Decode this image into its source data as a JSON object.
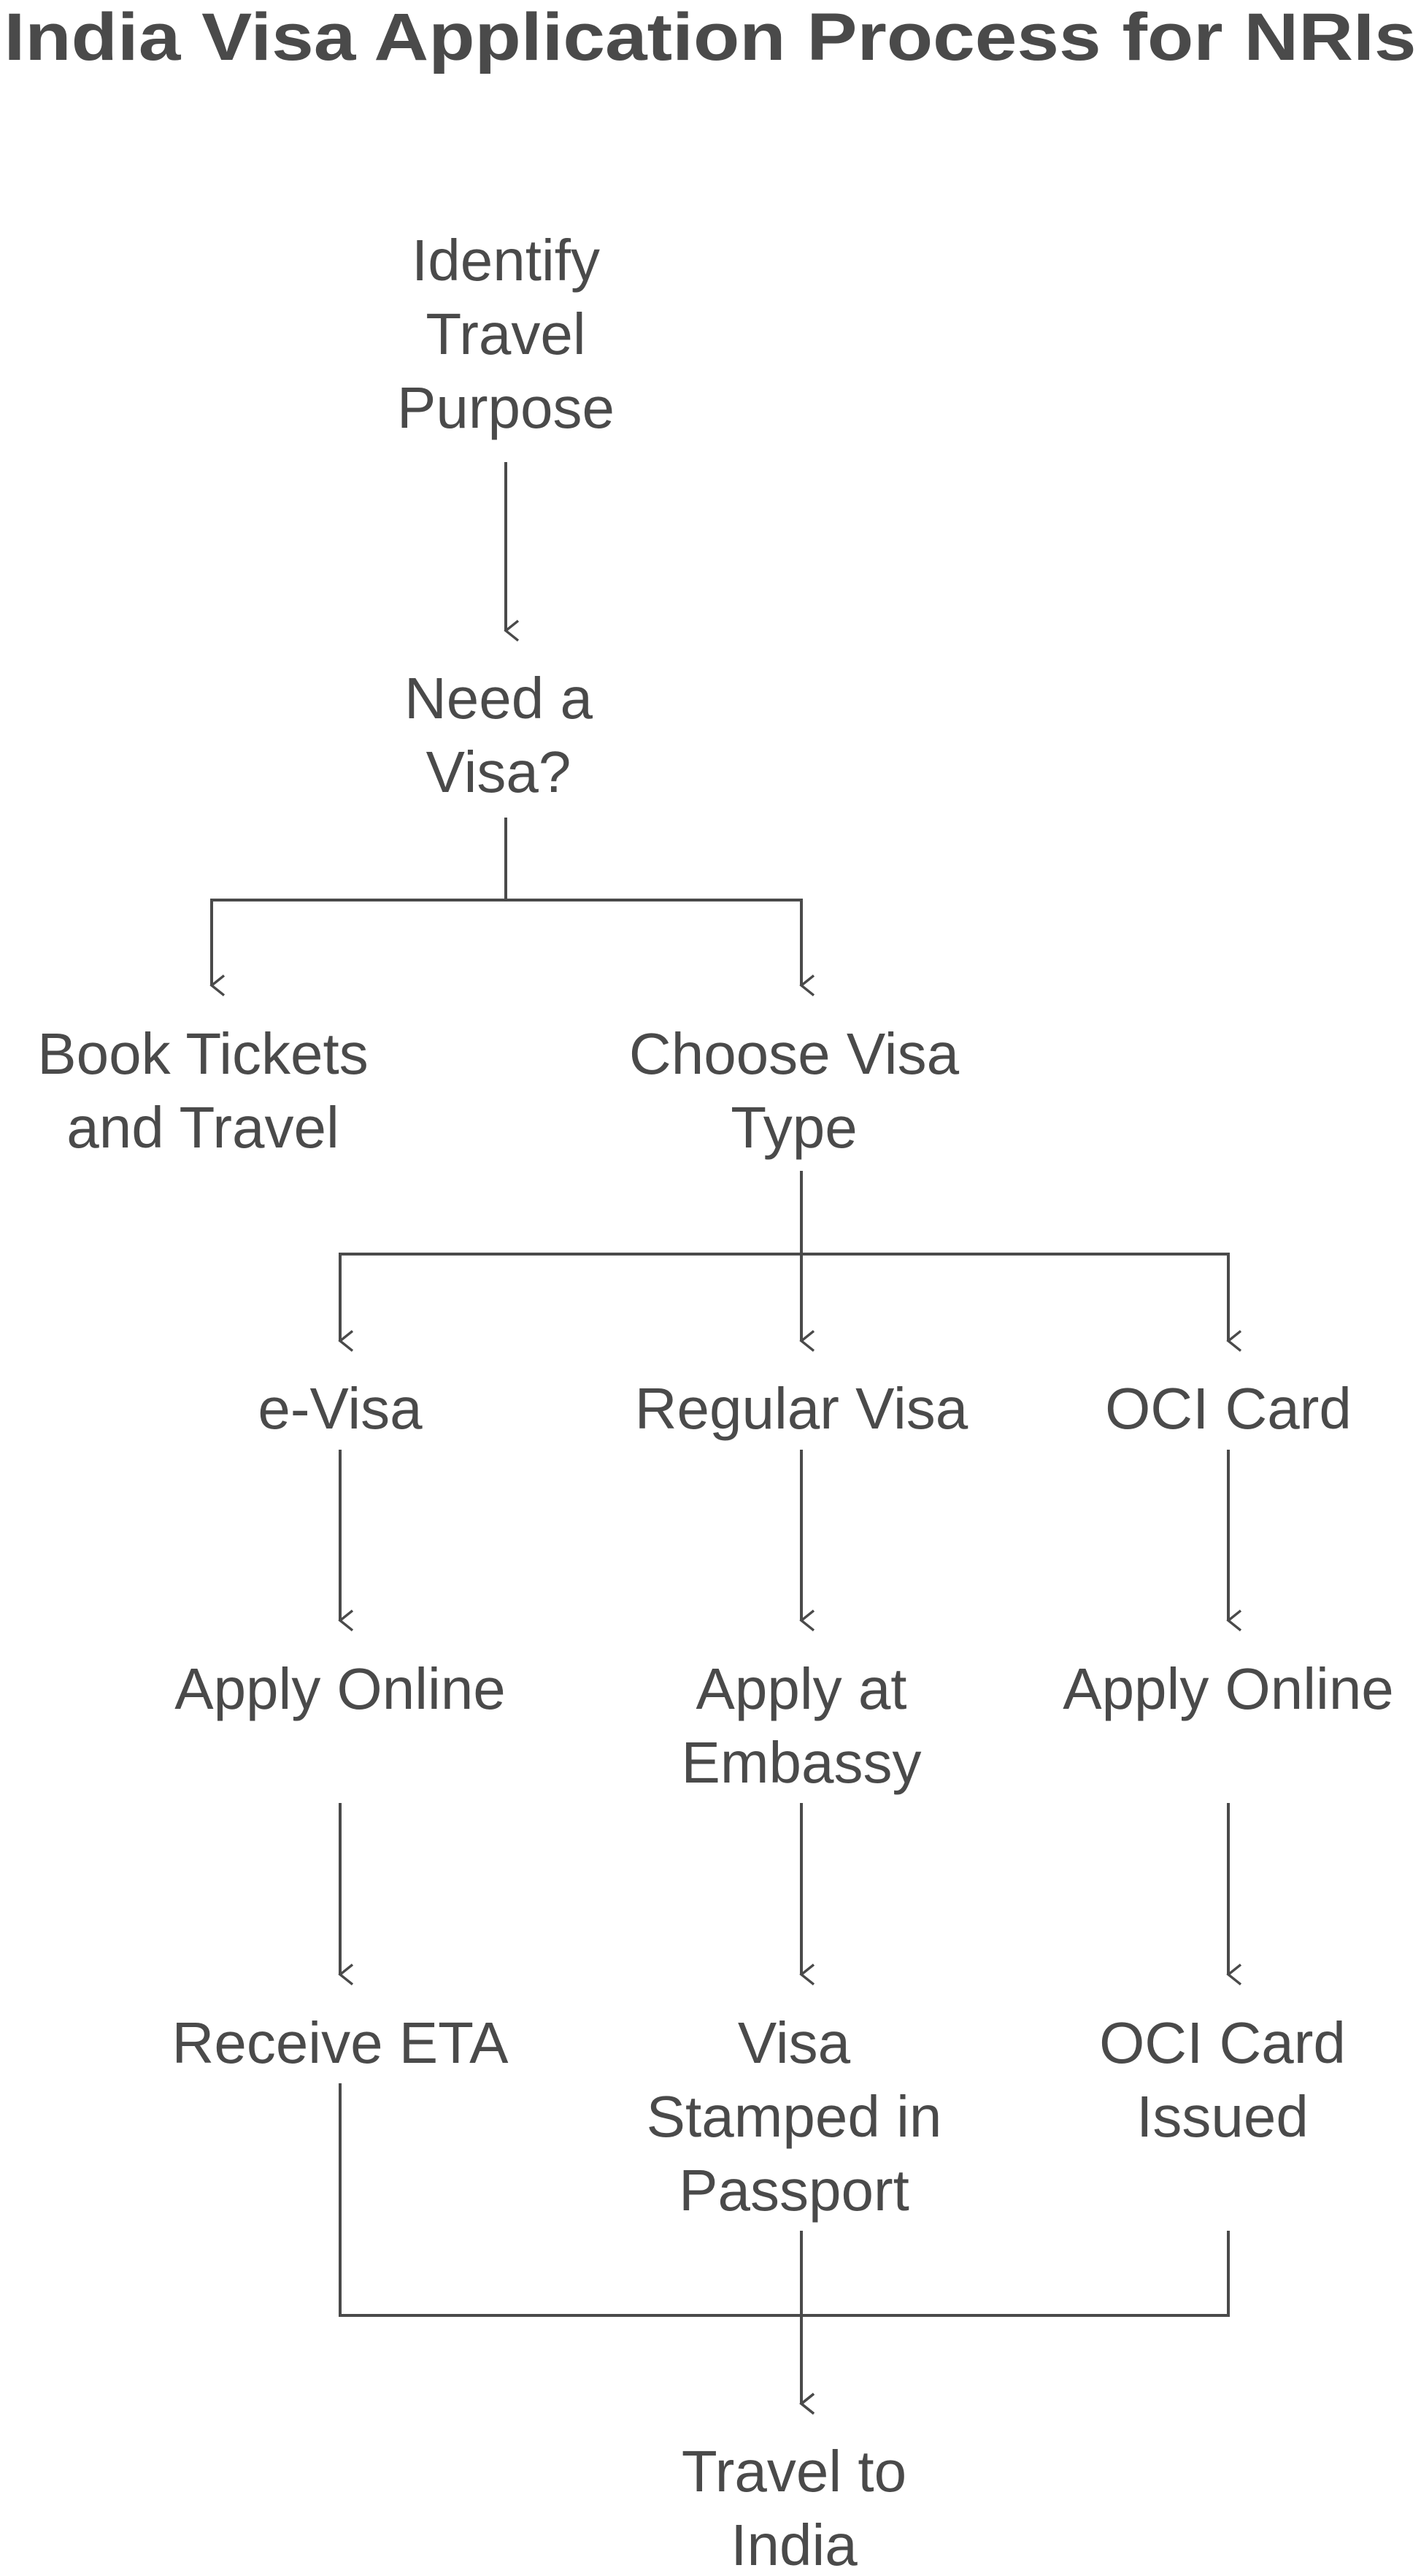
{
  "title": "India Visa Application Process for NRIs",
  "nodes": [
    {
      "id": "identify",
      "lines": [
        "Identify",
        "Travel",
        "Purpose"
      ]
    },
    {
      "id": "need-visa",
      "lines": [
        "Need a",
        "Visa?"
      ]
    },
    {
      "id": "book-tickets",
      "lines": [
        "Book Tickets",
        "and Travel"
      ]
    },
    {
      "id": "choose-visa",
      "lines": [
        "Choose Visa",
        "Type"
      ]
    },
    {
      "id": "e-visa",
      "lines": [
        "e-Visa"
      ]
    },
    {
      "id": "regular-visa",
      "lines": [
        "Regular Visa"
      ]
    },
    {
      "id": "oci-card",
      "lines": [
        "OCI Card"
      ]
    },
    {
      "id": "apply-online-evisa",
      "lines": [
        "Apply Online"
      ]
    },
    {
      "id": "apply-embassy",
      "lines": [
        "Apply at",
        "Embassy"
      ]
    },
    {
      "id": "apply-online-oci",
      "lines": [
        "Apply Online"
      ]
    },
    {
      "id": "receive-eta",
      "lines": [
        "Receive ETA"
      ]
    },
    {
      "id": "visa-stamped",
      "lines": [
        "Visa",
        "Stamped in",
        "Passport"
      ]
    },
    {
      "id": "oci-issued",
      "lines": [
        "OCI Card",
        "Issued"
      ]
    },
    {
      "id": "travel-india",
      "lines": [
        "Travel to",
        "India"
      ]
    }
  ],
  "edges": [
    {
      "from": "identify",
      "to": "need-visa"
    },
    {
      "from": "need-visa",
      "to": "book-tickets"
    },
    {
      "from": "need-visa",
      "to": "choose-visa"
    },
    {
      "from": "choose-visa",
      "to": "e-visa"
    },
    {
      "from": "choose-visa",
      "to": "regular-visa"
    },
    {
      "from": "choose-visa",
      "to": "oci-card"
    },
    {
      "from": "e-visa",
      "to": "apply-online-evisa"
    },
    {
      "from": "regular-visa",
      "to": "apply-embassy"
    },
    {
      "from": "oci-card",
      "to": "apply-online-oci"
    },
    {
      "from": "apply-online-evisa",
      "to": "receive-eta"
    },
    {
      "from": "apply-embassy",
      "to": "visa-stamped"
    },
    {
      "from": "apply-online-oci",
      "to": "oci-issued"
    },
    {
      "from": "receive-eta",
      "to": "travel-india"
    },
    {
      "from": "visa-stamped",
      "to": "travel-india"
    },
    {
      "from": "oci-issued",
      "to": "travel-india"
    }
  ]
}
